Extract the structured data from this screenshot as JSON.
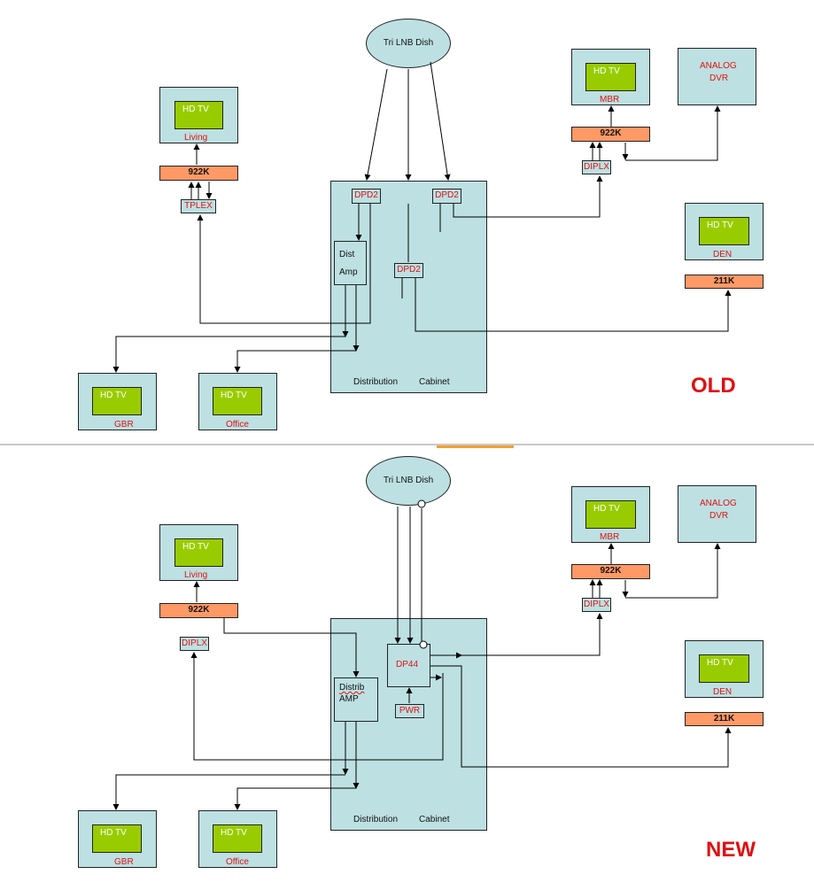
{
  "dish": "Tri LNB Dish",
  "hdtv": "HD TV",
  "rooms": {
    "living": "Living",
    "mbr": "MBR",
    "gbr": "GBR",
    "office": "Office",
    "den": "DEN"
  },
  "analog_dvr": {
    "line1": "ANALOG",
    "line2": "DVR"
  },
  "receivers": {
    "r922": "922K",
    "r211": "211K"
  },
  "devices": {
    "tplex": "TPLEX",
    "diplx": "DIPLX",
    "dpd2": "DPD2",
    "dp44": "DP44",
    "pwr": "PWR"
  },
  "old_amp": {
    "line1": "Dist",
    "line2": "Amp"
  },
  "new_amp": {
    "line1": "Distrib",
    "line2": "AMP"
  },
  "cabinet": {
    "word1": "Distribution",
    "word2": "Cabinet"
  },
  "labels": {
    "old": "OLD",
    "new": "NEW"
  },
  "colors": {
    "box": "#bde0e2",
    "screen": "#99cc00",
    "receiver": "#ff9966",
    "label": "#e01010"
  }
}
